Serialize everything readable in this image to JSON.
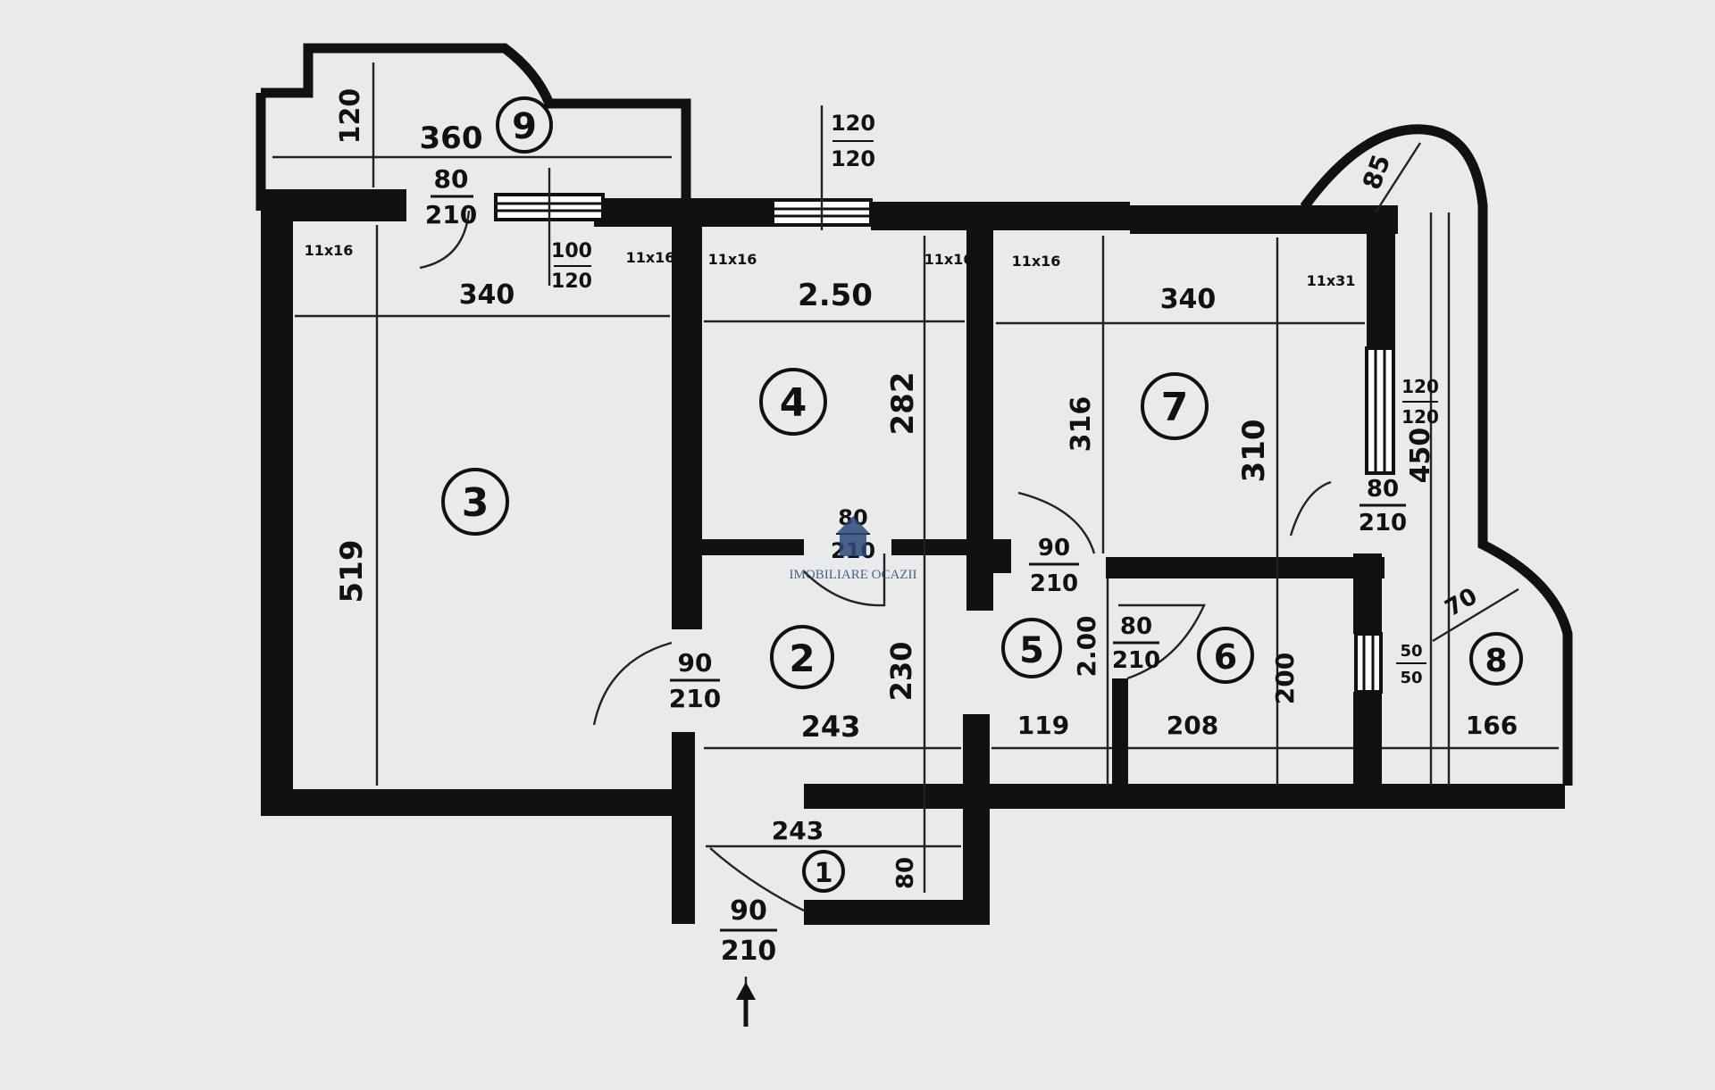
{
  "rooms": [
    {
      "id": "room-1",
      "number": "1"
    },
    {
      "id": "room-2",
      "number": "2"
    },
    {
      "id": "room-3",
      "number": "3"
    },
    {
      "id": "room-4",
      "number": "4"
    },
    {
      "id": "room-5",
      "number": "5"
    },
    {
      "id": "room-6",
      "number": "6"
    },
    {
      "id": "room-7",
      "number": "7"
    },
    {
      "id": "room-8",
      "number": "8"
    },
    {
      "id": "room-9",
      "number": "9"
    }
  ],
  "dimensions": {
    "balcony_width": "360",
    "balcony_depth": "120",
    "room3_width": "340",
    "room3_height": "519",
    "room4_width": "2.50",
    "room4_height": "282",
    "room7_width": "340",
    "room7_height_left": "316",
    "room7_height_right": "310",
    "hall_width": "243",
    "hall_height": "230",
    "entry_width": "243",
    "entry_depth": "80",
    "room5_width": "119",
    "room5_height": "2.00",
    "room6_width": "208",
    "room6_height": "200",
    "loggia_length": "450",
    "loggia_top": "85",
    "loggia_angle": "70",
    "room8_width": "166"
  },
  "openings": {
    "door_balcony_top": "80",
    "door_balcony_bottom": "210",
    "window_balcony_top": "100",
    "window_balcony_bottom": "120",
    "window_top_top": "120",
    "window_top_bottom": "120",
    "door_room4_top": "80",
    "door_room4_bottom": "210",
    "door_room3_top": "90",
    "door_room3_bottom": "210",
    "door_room7_top": "90",
    "door_room7_bottom": "210",
    "door_room6_top": "80",
    "door_room6_bottom": "210",
    "door_loggia_top": "80",
    "door_loggia_bottom": "210",
    "window_loggia_top": "120",
    "window_loggia_bottom": "120",
    "window_small_top": "50",
    "window_small_bottom": "50",
    "door_entry_top": "90",
    "door_entry_bottom": "210"
  },
  "vents": {
    "v1": "11x16",
    "v2": "11x16",
    "v3": "11x16",
    "v4": "11x16",
    "v5": "11x16",
    "v6": "11x31"
  },
  "watermark": "IMOBILIARE OCAZII"
}
